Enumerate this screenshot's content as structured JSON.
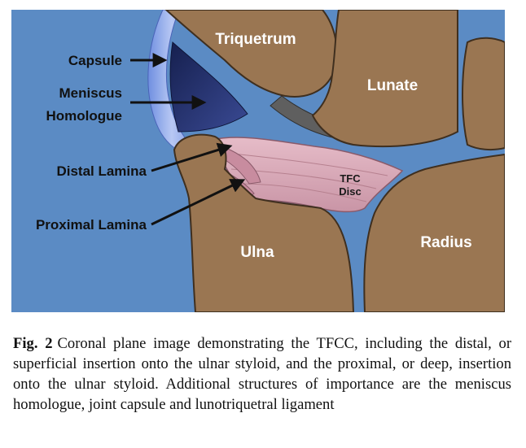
{
  "diagram": {
    "bones": {
      "triquetrum": "Triquetrum",
      "lunate": "Lunate",
      "ulna": "Ulna",
      "radius": "Radius"
    },
    "disc": {
      "line1": "TFC",
      "line2": "Disc"
    },
    "callouts": {
      "capsule": "Capsule",
      "meniscus_line1": "Meniscus",
      "meniscus_line2": "Homologue",
      "distal_lamina": "Distal Lamina",
      "proximal_lamina": "Proximal Lamina"
    },
    "colors": {
      "background": "#5b8bc4",
      "bone": "#9a7652",
      "bone_stroke": "#3f2f1f",
      "disc": "#d8a9b7",
      "meniscus": "#1f2a66",
      "capsule": "#8ea6e8",
      "ligament": "#5f5f5f"
    }
  },
  "caption": {
    "label": "Fig. 2",
    "text": "Coronal plane image demonstrating the TFCC, including the distal, or superficial insertion onto the ulnar styloid, and the proximal, or deep, insertion onto the ulnar styloid. Additional structures of importance are the meniscus homologue, joint capsule and lunotriquetral ligament"
  }
}
